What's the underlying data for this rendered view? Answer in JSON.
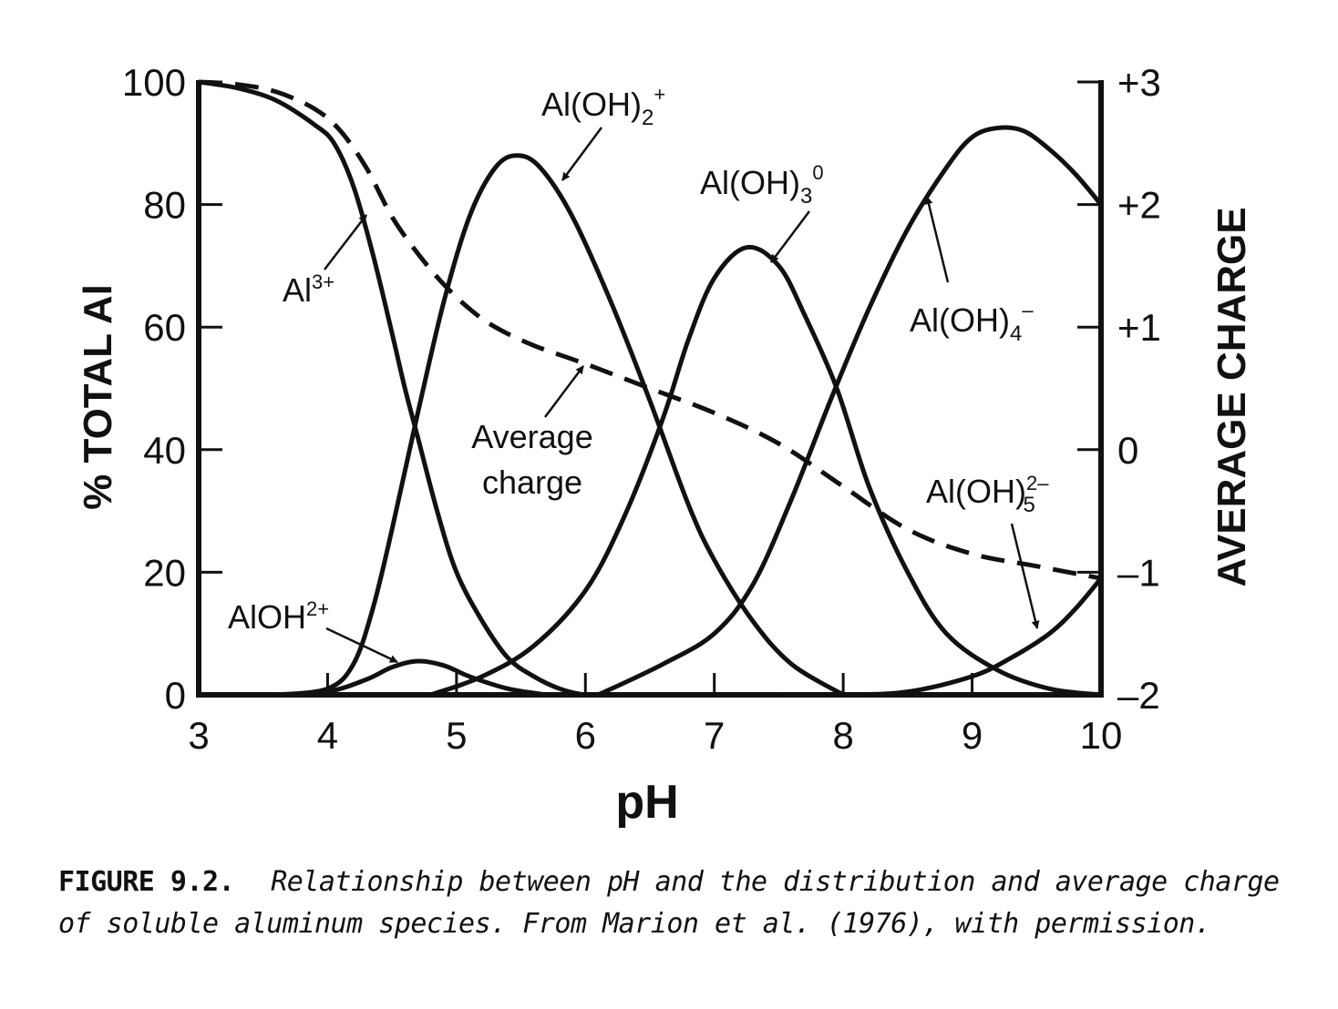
{
  "chart_data": {
    "type": "line",
    "xlabel": "pH",
    "ylabel": "% TOTAL Al",
    "y2label": "AVERAGE CHARGE",
    "xlim": [
      3,
      10
    ],
    "ylim": [
      0,
      100
    ],
    "y2lim": [
      -2,
      3
    ],
    "x_ticks": [
      "3",
      "4",
      "5",
      "6",
      "7",
      "8",
      "9",
      "10"
    ],
    "y_ticks": [
      "0",
      "20",
      "40",
      "60",
      "80",
      "100"
    ],
    "y2_ticks": [
      "–2",
      "–1",
      "0",
      "+1",
      "+2",
      "+3"
    ],
    "grid": false,
    "series": [
      {
        "name": "Al3+",
        "axis": "left",
        "style": "solid",
        "x": [
          3.0,
          3.3,
          3.6,
          3.9,
          4.05,
          4.2,
          4.35,
          4.5,
          4.6,
          4.7,
          4.85,
          5.0,
          5.2,
          5.4,
          5.6,
          5.8,
          6.0,
          6.2
        ],
        "y": [
          100,
          99,
          97,
          93,
          90,
          83,
          72,
          59,
          50,
          42,
          30,
          20,
          12,
          6,
          3,
          1,
          0,
          0
        ]
      },
      {
        "name": "AlOH2+",
        "axis": "left",
        "style": "solid",
        "x": [
          3.6,
          4.0,
          4.3,
          4.5,
          4.7,
          4.9,
          5.1,
          5.4,
          5.7
        ],
        "y": [
          0,
          0.5,
          2.5,
          4.5,
          5.5,
          4.8,
          3,
          1,
          0
        ]
      },
      {
        "name": "Al(OH)2+",
        "axis": "left",
        "style": "solid",
        "x": [
          3.6,
          4.0,
          4.2,
          4.35,
          4.5,
          4.7,
          4.9,
          5.1,
          5.3,
          5.47,
          5.65,
          5.9,
          6.2,
          6.5,
          6.8,
          7.0,
          7.3,
          7.6,
          8.0
        ],
        "y": [
          0,
          1,
          5,
          14,
          27,
          46,
          64,
          78,
          86,
          88,
          86,
          78,
          64,
          48,
          31,
          22,
          12,
          5,
          0
        ]
      },
      {
        "name": "Al(OH)30",
        "axis": "left",
        "style": "solid",
        "x": [
          4.8,
          5.2,
          5.6,
          6.0,
          6.3,
          6.6,
          6.8,
          7.0,
          7.25,
          7.5,
          7.7,
          7.95,
          8.2,
          8.5,
          8.8,
          9.2,
          9.6,
          10.0
        ],
        "y": [
          0,
          3,
          8,
          17,
          29,
          45,
          58,
          68,
          73,
          70,
          62,
          50,
          34,
          20,
          10,
          4,
          1,
          0
        ]
      },
      {
        "name": "Al(OH)4−",
        "axis": "left",
        "style": "solid",
        "x": [
          6.1,
          6.6,
          7.0,
          7.3,
          7.6,
          7.9,
          8.2,
          8.5,
          8.8,
          9.0,
          9.2,
          9.4,
          9.6,
          9.8,
          10.0
        ],
        "y": [
          0,
          5,
          10,
          18,
          32,
          48,
          63,
          76,
          86,
          91,
          92.5,
          92,
          89,
          85,
          80
        ]
      },
      {
        "name": "Al(OH)52−",
        "axis": "left",
        "style": "solid",
        "x": [
          7.5,
          8.0,
          8.5,
          9.0,
          9.3,
          9.6,
          9.8,
          10.0
        ],
        "y": [
          0,
          0,
          0.5,
          3,
          6,
          10,
          14,
          19
        ]
      },
      {
        "name": "Average charge",
        "axis": "right",
        "style": "dashed",
        "x": [
          3.0,
          3.3,
          3.6,
          3.9,
          4.1,
          4.3,
          4.5,
          4.7,
          4.9,
          5.1,
          5.3,
          5.6,
          6.0,
          6.5,
          7.0,
          7.5,
          8.0,
          8.5,
          9.0,
          9.5,
          10.0
        ],
        "y": [
          3.0,
          2.98,
          2.92,
          2.78,
          2.6,
          2.3,
          1.9,
          1.6,
          1.35,
          1.15,
          1.0,
          0.85,
          0.7,
          0.5,
          0.3,
          0.05,
          -0.3,
          -0.65,
          -0.85,
          -0.95,
          -1.05
        ]
      }
    ],
    "annotations": [
      {
        "text": "Al",
        "sup": "3+"
      },
      {
        "text": "AlOH",
        "sup": "2+"
      },
      {
        "text": "Al(OH)",
        "sub": "2",
        "sup": "+"
      },
      {
        "text": "Al(OH)",
        "sub": "3",
        "sup": "0"
      },
      {
        "text": "Al(OH)",
        "sub": "4",
        "sup": "–"
      },
      {
        "text": "Al(OH)",
        "sub": "5",
        "sup": "2–"
      },
      {
        "text": "Average"
      },
      {
        "text": "charge"
      }
    ]
  },
  "caption": {
    "label": "FIGURE 9.2.",
    "text": "Relationship between pH and the distribution and average charge of soluble aluminum species. From Marion et al. (1976), with permission."
  }
}
